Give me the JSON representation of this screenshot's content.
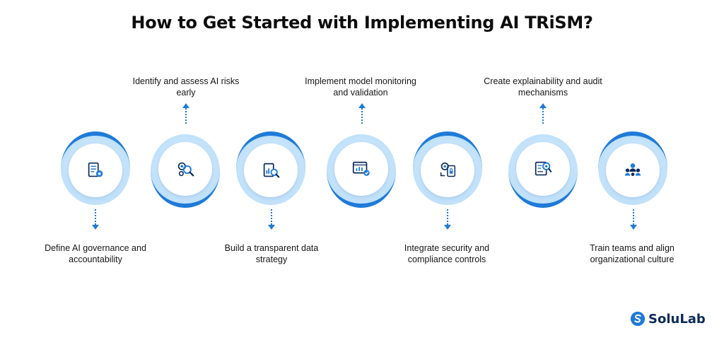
{
  "title": "How to Get Started with Implementing AI TRiSM?",
  "colors": {
    "accent": "#1f7ad8",
    "ring": "#c6e4fb"
  },
  "steps": [
    {
      "label": "Define AI governance and accountability",
      "position": "below",
      "icon": "governance-document-gear-icon"
    },
    {
      "label": "Identify and assess AI risks early",
      "position": "above",
      "icon": "risk-assessment-magnifier-icon"
    },
    {
      "label": "Build a transparent data strategy",
      "position": "below",
      "icon": "data-report-magnifier-icon"
    },
    {
      "label": "Implement model monitoring and validation",
      "position": "above",
      "icon": "monitoring-dashboard-icon"
    },
    {
      "label": "Integrate security and compliance controls",
      "position": "below",
      "icon": "security-gear-lock-icon"
    },
    {
      "label": "Create explainability and audit mechanisms",
      "position": "above",
      "icon": "audit-document-magnifier-icon"
    },
    {
      "label": "Train teams and align organizational culture",
      "position": "below",
      "icon": "team-people-icon"
    }
  ],
  "brand": {
    "name": "SoluLab",
    "icon": "solulab-logo-icon"
  }
}
